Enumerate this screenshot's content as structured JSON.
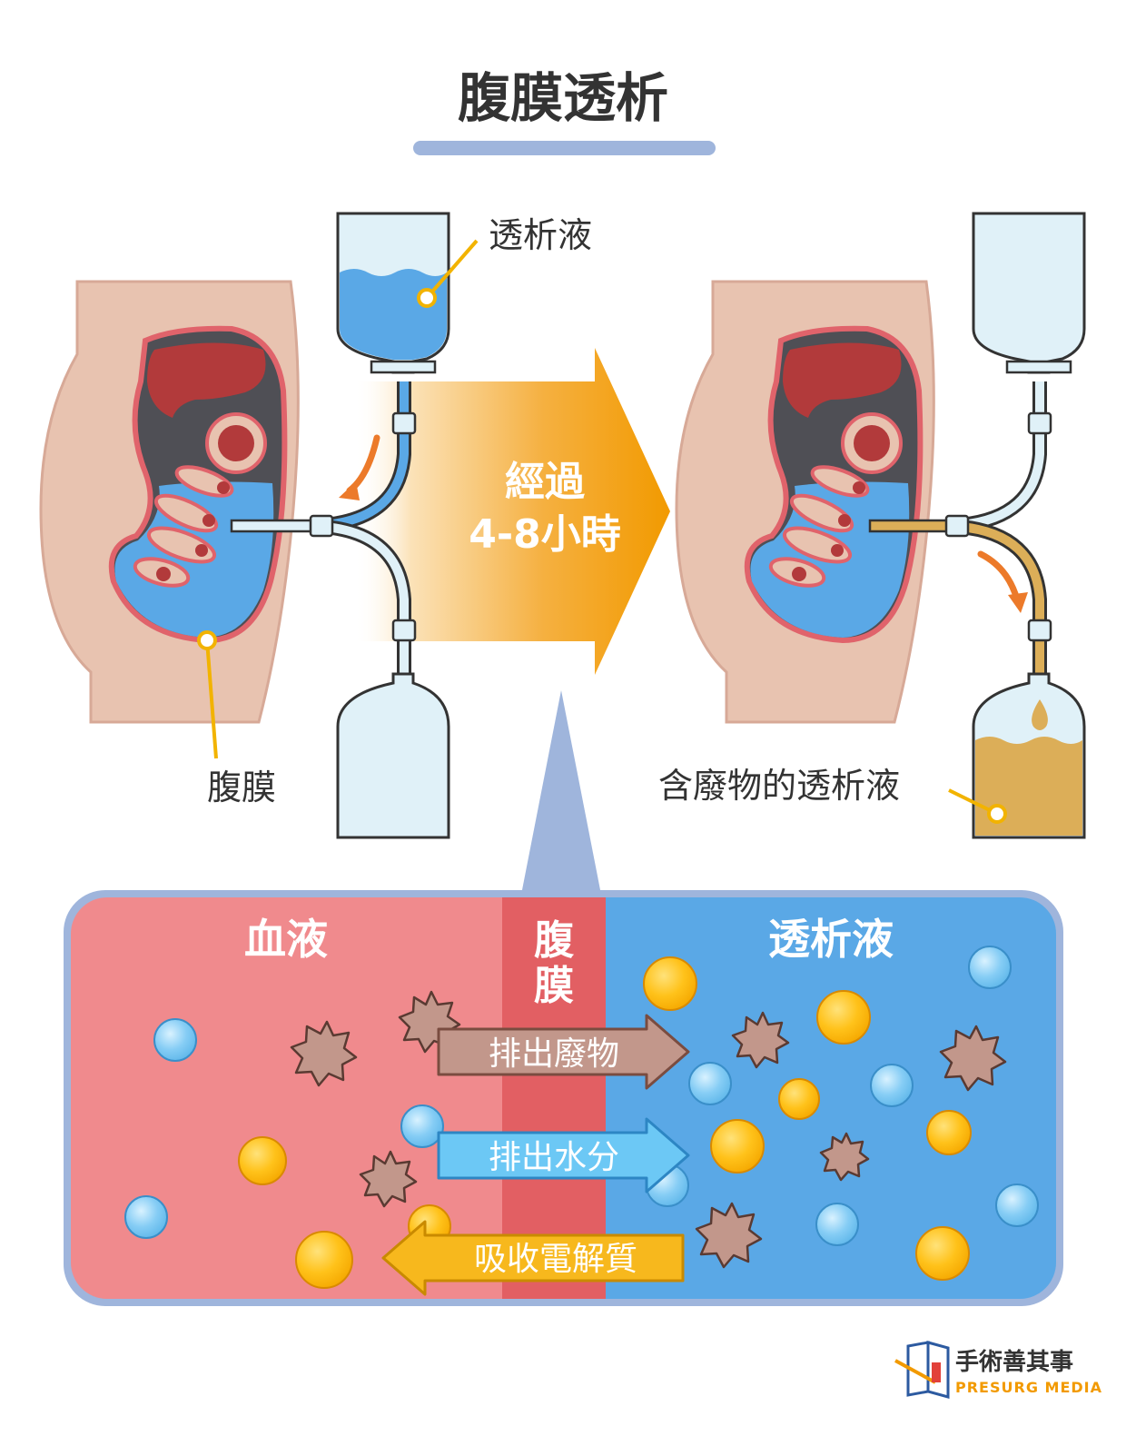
{
  "title": "腹膜透析",
  "labels": {
    "dialysate": "透析液",
    "peritoneum": "腹膜",
    "waste_dialysate": "含廢物的透析液"
  },
  "arrow": {
    "line1": "經過",
    "line2": "4-8小時"
  },
  "detail": {
    "blood_label": "血液",
    "membrane_label_1": "腹",
    "membrane_label_2": "膜",
    "dialysate_label": "透析液",
    "flow_waste": "排出廢物",
    "flow_water": "排出水分",
    "flow_electrolyte": "吸收電解質"
  },
  "logo": {
    "name": "手術善其事",
    "sub": "PRESURG MEDIA"
  },
  "colors": {
    "title_underline": "#9fb5dc",
    "skin": "#e8c3b0",
    "peritoneum_line": "#e0636b",
    "dialysate_blue": "#5aa8e6",
    "waste_yellow": "#dcae58",
    "arrow_orange": "#f29a00",
    "blood_pink": "#f08a8d",
    "membrane_red": "#e25f63",
    "panel_blue": "#5aa8e6"
  }
}
